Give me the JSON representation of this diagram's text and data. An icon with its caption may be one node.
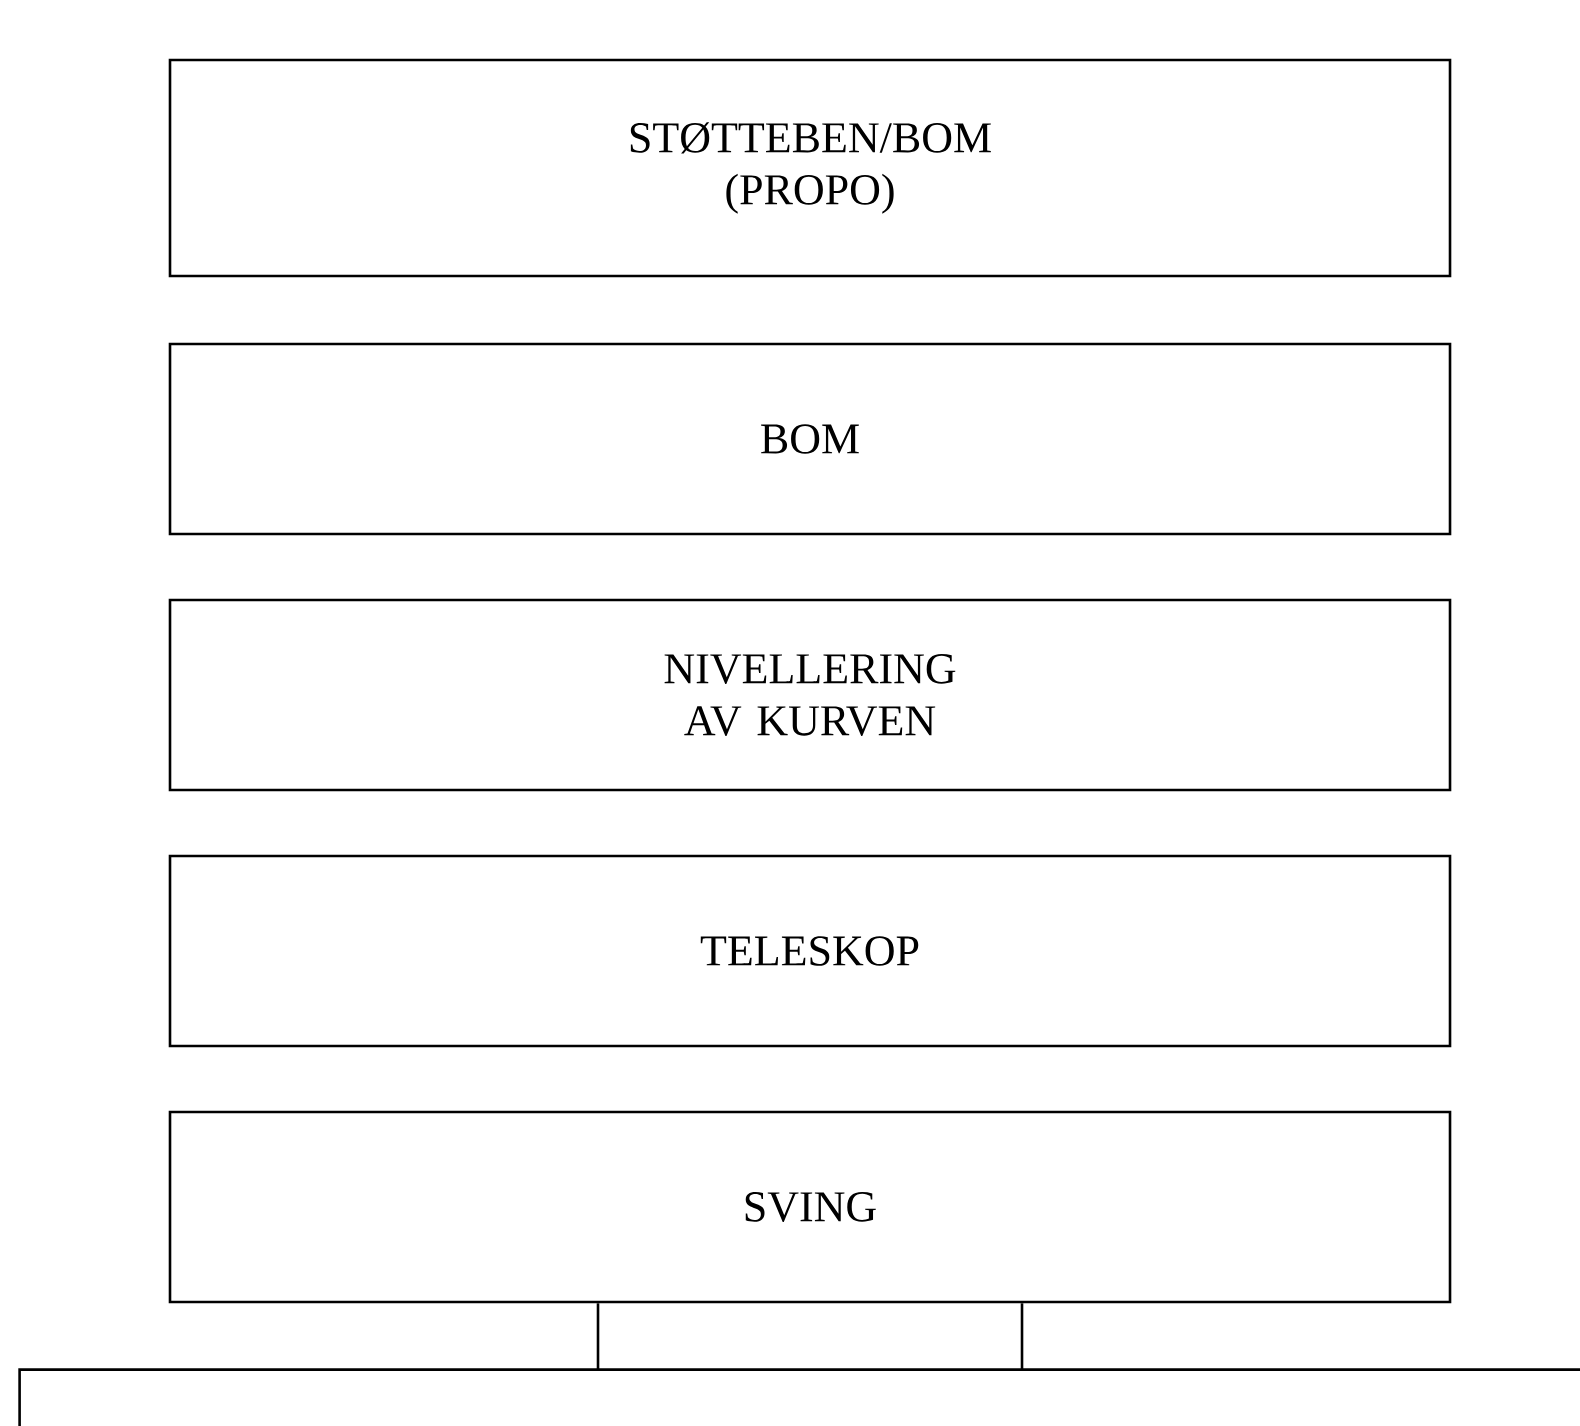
{
  "diagram": {
    "nodes": [
      {
        "text": [
          "STØTTEBEN/BOM (PROPO)"
        ]
      },
      {
        "text": [
          "BOM"
        ]
      },
      {
        "text": [
          "NIVELLERING AV KURVEN"
        ]
      },
      {
        "text": [
          "TELESKOP"
        ]
      },
      {
        "text": [
          "SVING"
        ]
      },
      {
        "text": [],
        "shape": "box"
      }
    ],
    "edges": [
      {
        "from": 4,
        "to": 5,
        "arrow": "none"
      },
      {
        "from": 4,
        "to": 5,
        "arrow": "none"
      }
    ]
  }
}
